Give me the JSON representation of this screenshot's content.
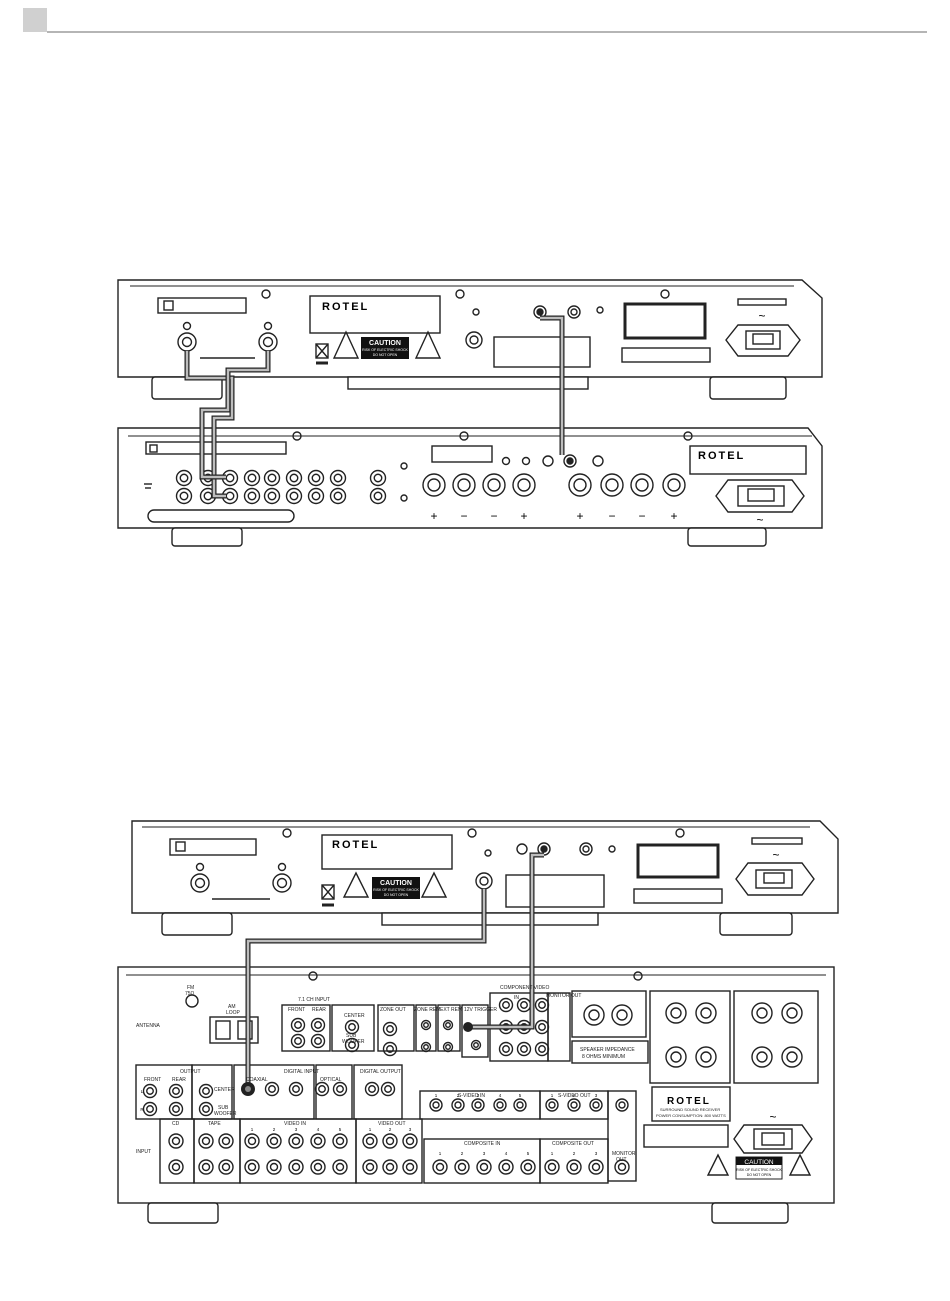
{
  "brand": "ROTEL",
  "caution": {
    "title": "CAUTION",
    "line1": "RISK OF ELECTRIC SHOCK",
    "line2": "DO NOT OPEN"
  },
  "terminals": {
    "plus": "+",
    "minus": "−",
    "ac": "~"
  },
  "receiver": {
    "antenna": "ANTENNA",
    "fm": "FM",
    "fm_ohm": "75Ω",
    "am": "AM",
    "loop": "LOOP",
    "ch71_input": "7.1 CH INPUT",
    "front": "FRONT",
    "rear": "REAR",
    "center": "CENTER",
    "sub": "SUB",
    "woofer": "WOOFER",
    "zone_out": "ZONE OUT",
    "zone_rem": "ZONE REM",
    "ext_rem": "EXT REM",
    "trigger": "12V TRIGGER",
    "out": "OUT",
    "component_video": "COMPONENT VIDEO",
    "in": "IN",
    "monitor_out": "MONITOR OUT",
    "output": "OUTPUT",
    "digital_input": "DIGITAL INPUT",
    "coaxial": "COAXIAL",
    "optical": "OPTICAL",
    "digital_output": "DIGITAL OUTPUT",
    "svideo_in": "S-VIDEO IN",
    "svideo_out": "S-VIDEO OUT",
    "speaker_impedance": "SPEAKER IMPEDANCE",
    "ohms_min": "8 OHMS MINIMUM",
    "model_desc": "SURROUND SOUND RECEIVER",
    "power": "POWER CONSUMPTION: 800 WATTS",
    "input": "INPUT",
    "cd": "CD",
    "tape": "TAPE",
    "video_in": "VIDEO IN",
    "video_out": "VIDEO OUT",
    "composite_in": "COMPOSITE IN",
    "composite_out": "COMPOSITE OUT",
    "monitor": "MONITOR",
    "l": "L",
    "r": "R",
    "n1": "1",
    "n2": "2",
    "n3": "3",
    "n4": "4",
    "n5": "5"
  }
}
